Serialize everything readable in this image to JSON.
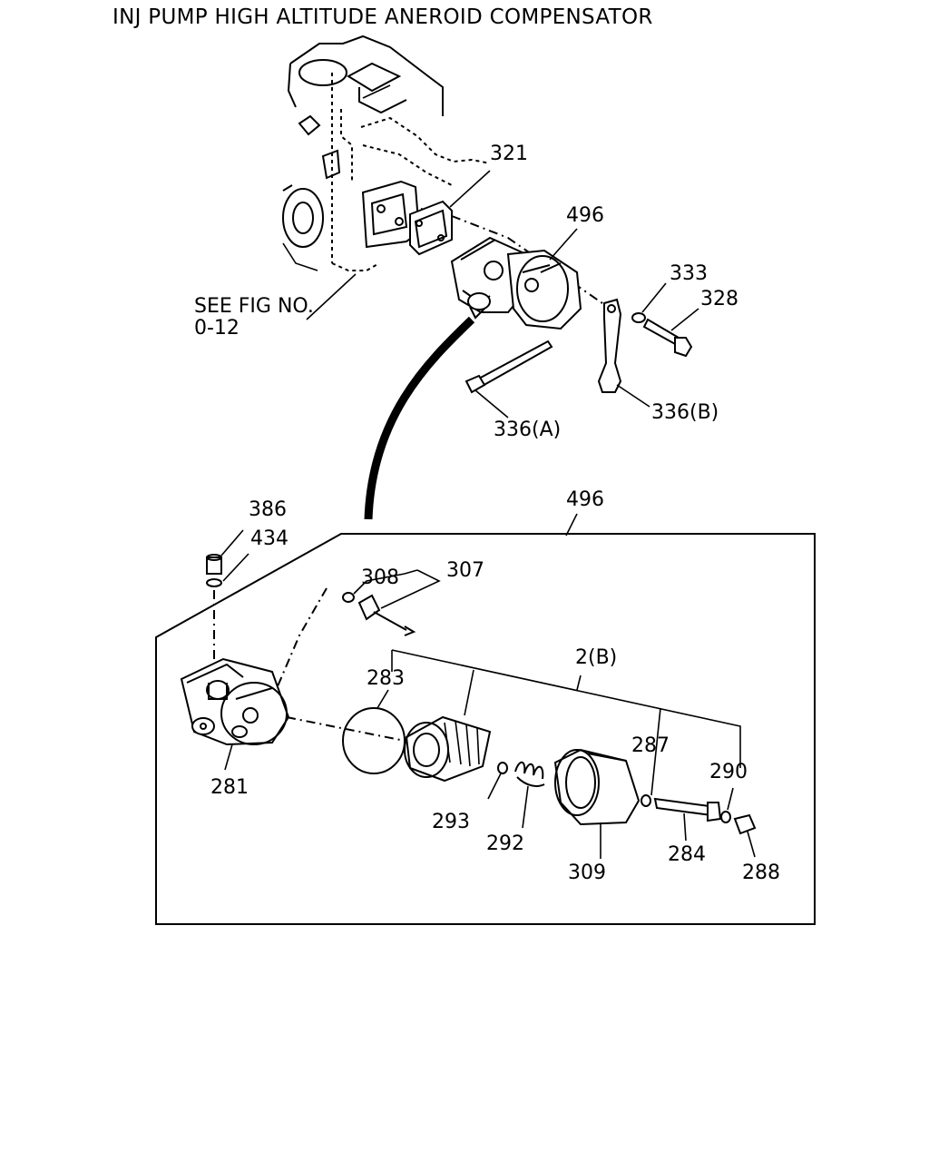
{
  "title": "INJ PUMP HIGH ALTITUDE ANEROID COMPENSATOR",
  "reference": {
    "line1": "SEE FIG NO.",
    "line2": "0-12"
  },
  "upper_callouts": [
    "321",
    "496",
    "333",
    "328",
    "336(A)",
    "336(B)"
  ],
  "detail_group_label": "496",
  "detail_callouts": [
    "386",
    "434",
    "308",
    "307",
    "2(B)",
    "283",
    "281",
    "287",
    "290",
    "293",
    "292",
    "309",
    "284",
    "288"
  ]
}
